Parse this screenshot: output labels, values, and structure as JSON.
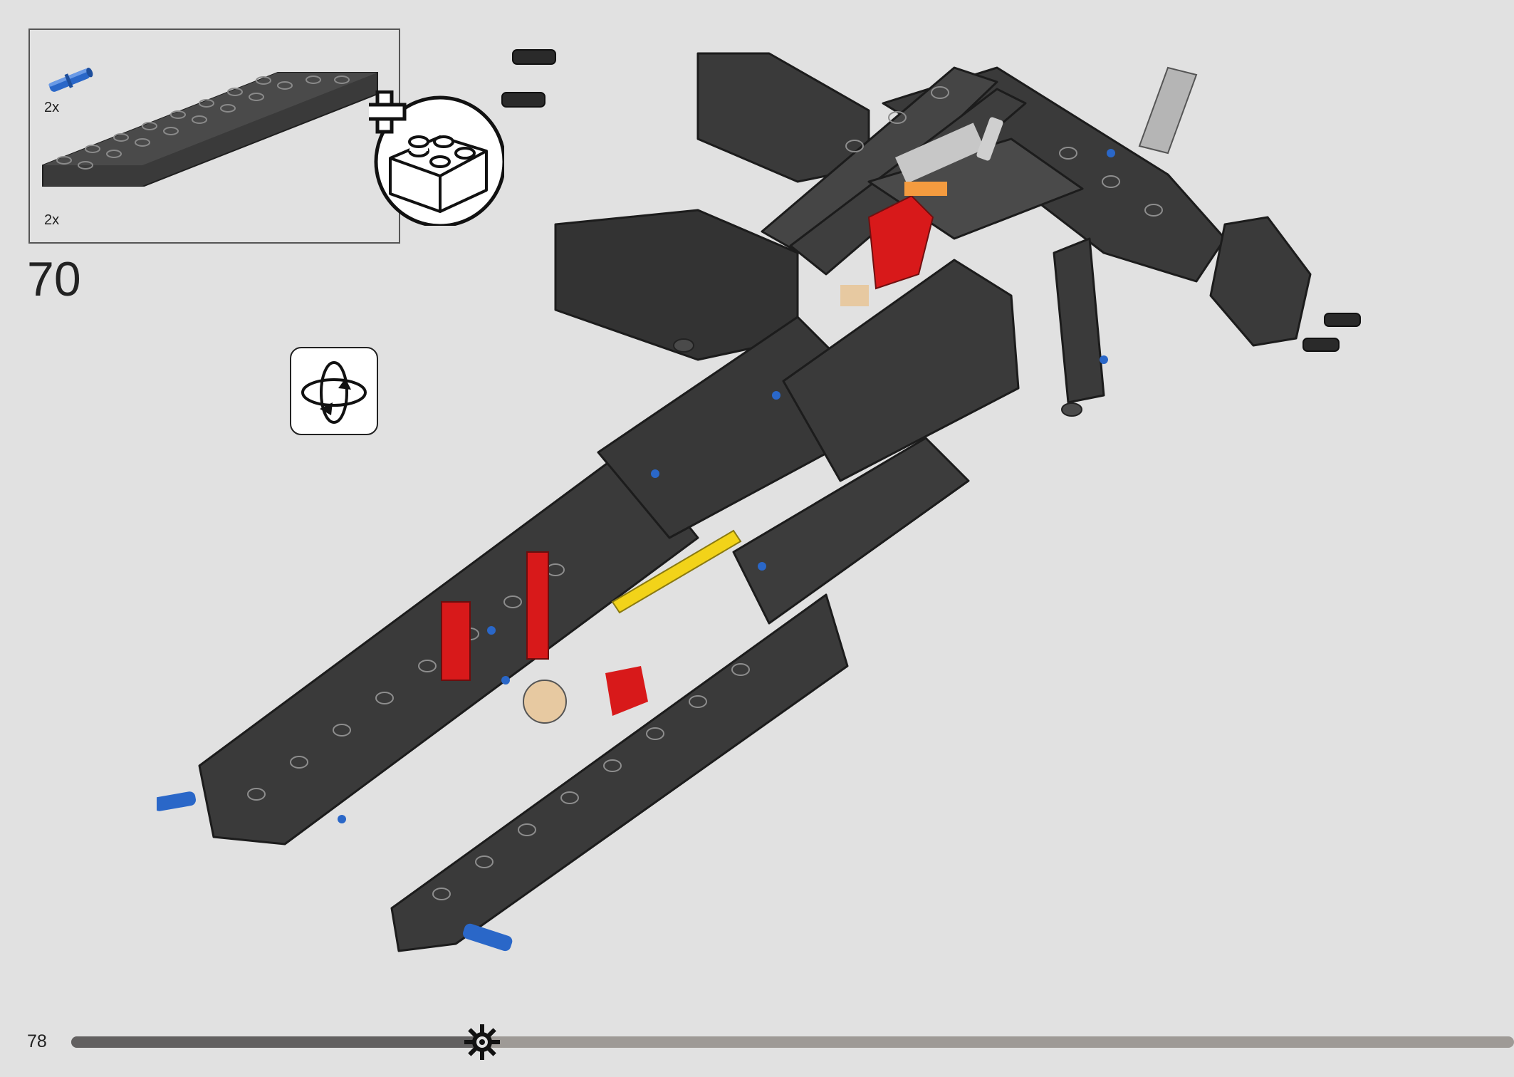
{
  "parts_list": {
    "items": [
      {
        "part": "blue-pin-icon",
        "qty": "2x",
        "color": "#2a67c8"
      },
      {
        "part": "dark-gray-beam-icon",
        "qty": "2x",
        "color": "#3a3a3a"
      }
    ]
  },
  "step": {
    "number": "70"
  },
  "page": {
    "number": "78"
  },
  "progress": {
    "fraction": 0.285
  },
  "colors": {
    "background": "#e1e1e1",
    "beam_dark": "#3a3a3a",
    "accent_red": "#d8191a",
    "accent_blue": "#2a67c8",
    "accent_yellow": "#f2d319",
    "accent_orange": "#f49b3f",
    "progress_done": "#626060",
    "progress_todo": "#9e9a96"
  },
  "icons": [
    "blue-pin-icon",
    "beam-icon",
    "add-brick-icon",
    "rotate-model-icon",
    "progress-gear-icon"
  ]
}
